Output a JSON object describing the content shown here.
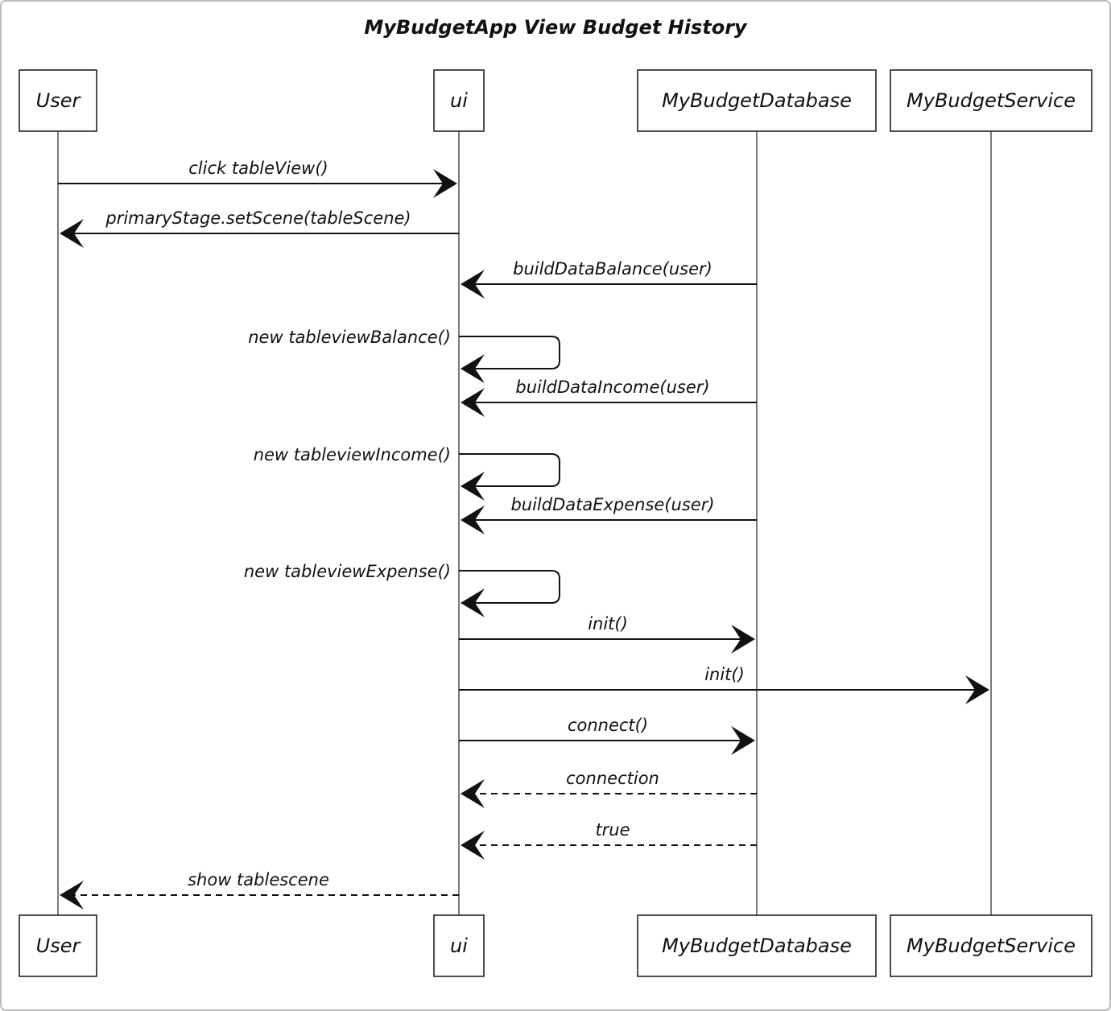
{
  "diagram": {
    "title": "MyBudgetApp View Budget History",
    "participants": [
      {
        "id": "user",
        "label": "User"
      },
      {
        "id": "ui",
        "label": "ui"
      },
      {
        "id": "db",
        "label": "MyBudgetDatabase"
      },
      {
        "id": "service",
        "label": "MyBudgetService"
      }
    ],
    "messages": [
      {
        "from": "user",
        "to": "ui",
        "label": "click tableView()",
        "style": "solid"
      },
      {
        "from": "ui",
        "to": "user",
        "label": "primaryStage.setScene(tableScene)",
        "style": "solid"
      },
      {
        "from": "db",
        "to": "ui",
        "label": "buildDataBalance(user)",
        "style": "solid"
      },
      {
        "from": "ui",
        "to": "ui",
        "label": "new tableviewBalance()",
        "style": "solid"
      },
      {
        "from": "db",
        "to": "ui",
        "label": "buildDataIncome(user)",
        "style": "solid"
      },
      {
        "from": "ui",
        "to": "ui",
        "label": "new tableviewIncome()",
        "style": "solid"
      },
      {
        "from": "db",
        "to": "ui",
        "label": "buildDataExpense(user)",
        "style": "solid"
      },
      {
        "from": "ui",
        "to": "ui",
        "label": "new tableviewExpense()",
        "style": "solid"
      },
      {
        "from": "ui",
        "to": "db",
        "label": "init()",
        "style": "solid"
      },
      {
        "from": "ui",
        "to": "service",
        "label": "init()",
        "style": "solid"
      },
      {
        "from": "ui",
        "to": "db",
        "label": "connect()",
        "style": "solid"
      },
      {
        "from": "db",
        "to": "ui",
        "label": "connection",
        "style": "dashed"
      },
      {
        "from": "db",
        "to": "ui",
        "label": "true",
        "style": "dashed"
      },
      {
        "from": "ui",
        "to": "user",
        "label": "show tablescene",
        "style": "dashed"
      }
    ]
  }
}
